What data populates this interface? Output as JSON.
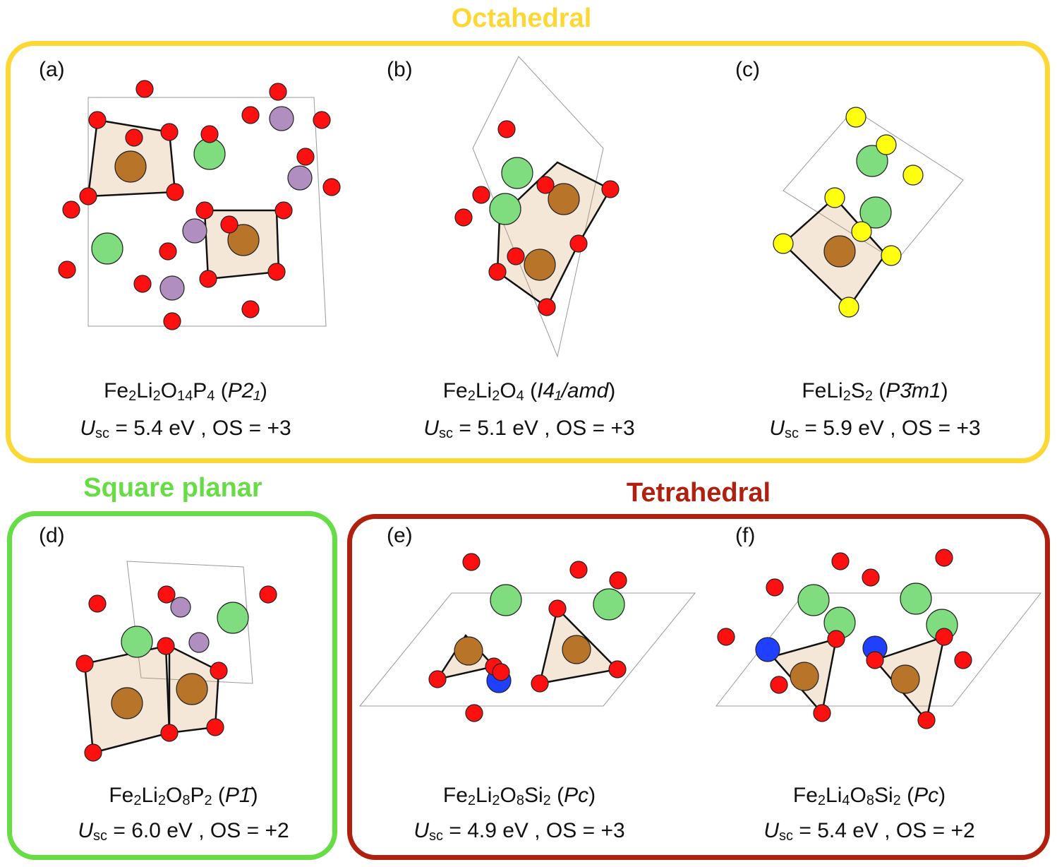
{
  "groups": {
    "octahedral": {
      "title": "Octahedral",
      "color": "#FDD835"
    },
    "square_planar": {
      "title": "Square planar",
      "color": "#66DD44"
    },
    "tetrahedral": {
      "title": "Tetrahedral",
      "color": "#B0200E"
    }
  },
  "panels": [
    {
      "id": "a",
      "label": "(a)",
      "formula": [
        [
          "Fe",
          ""
        ],
        [
          "2",
          "s"
        ],
        [
          "Li",
          ""
        ],
        [
          "2",
          "s"
        ],
        [
          "O",
          ""
        ],
        [
          "14",
          "s"
        ],
        [
          "P",
          ""
        ],
        [
          "4",
          "s"
        ]
      ],
      "space_group": "P2₁",
      "u_value": "5.4 eV",
      "os": "+3"
    },
    {
      "id": "b",
      "label": "(b)",
      "formula": [
        [
          "Fe",
          ""
        ],
        [
          "2",
          "s"
        ],
        [
          "Li",
          ""
        ],
        [
          "2",
          "s"
        ],
        [
          "O",
          ""
        ],
        [
          "4",
          "s"
        ]
      ],
      "space_group": "I4₁/amd",
      "u_value": "5.1 eV",
      "os": "+3"
    },
    {
      "id": "c",
      "label": "(c)",
      "formula": [
        [
          "FeLi",
          ""
        ],
        [
          "2",
          "s"
        ],
        [
          "S",
          ""
        ],
        [
          "2",
          "s"
        ]
      ],
      "space_group": "P3̄m1",
      "u_value": "5.9 eV",
      "os": "+3"
    },
    {
      "id": "d",
      "label": "(d)",
      "formula": [
        [
          "Fe",
          ""
        ],
        [
          "2",
          "s"
        ],
        [
          "Li",
          ""
        ],
        [
          "2",
          "s"
        ],
        [
          "O",
          ""
        ],
        [
          "8",
          "s"
        ],
        [
          "P",
          ""
        ],
        [
          "2",
          "s"
        ]
      ],
      "space_group": "P1̄",
      "u_value": "6.0 eV",
      "os": "+2"
    },
    {
      "id": "e",
      "label": "(e)",
      "formula": [
        [
          "Fe",
          ""
        ],
        [
          "2",
          "s"
        ],
        [
          "Li",
          ""
        ],
        [
          "2",
          "s"
        ],
        [
          "O",
          ""
        ],
        [
          "8",
          "s"
        ],
        [
          "Si",
          ""
        ],
        [
          "2",
          "s"
        ]
      ],
      "space_group": "Pc",
      "u_value": "4.9 eV",
      "os": "+3"
    },
    {
      "id": "f",
      "label": "(f)",
      "formula": [
        [
          "Fe",
          ""
        ],
        [
          "2",
          "s"
        ],
        [
          "Li",
          ""
        ],
        [
          "4",
          "s"
        ],
        [
          "O",
          ""
        ],
        [
          "8",
          "s"
        ],
        [
          "Si",
          ""
        ],
        [
          "2",
          "s"
        ]
      ],
      "space_group": "Pc",
      "u_value": "5.4 eV",
      "os": "+2"
    }
  ],
  "stat_labels": {
    "u_symbol": "U",
    "u_sub": "sc",
    "os_label": "OS"
  },
  "atom_colors": {
    "O": "#FF1010",
    "Li": "#7FDD7F",
    "P": "#B08FC0",
    "Fe": "#B8752A",
    "S": "#FFFF10",
    "Si": "#2040FF"
  }
}
